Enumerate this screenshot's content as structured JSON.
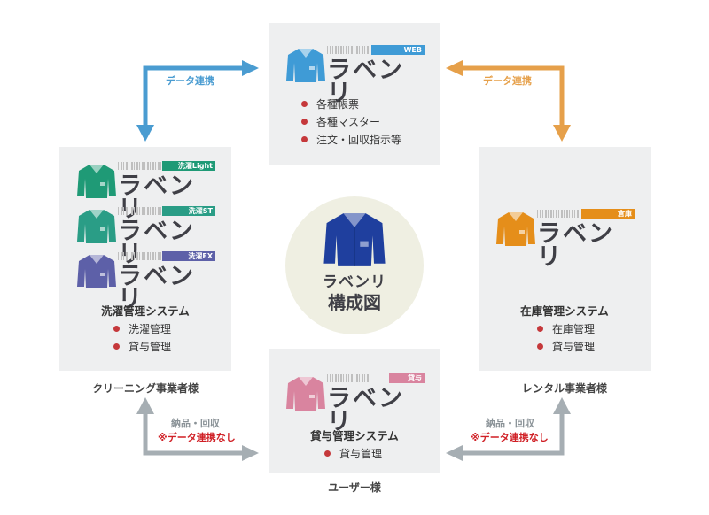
{
  "colors": {
    "blue": "#4a9cd1",
    "orange": "#e6a04a",
    "gray_arrow": "#a6aeb3",
    "bullet": "#c5383b"
  },
  "web": {
    "tag": "WEB",
    "brand": "ラベンリ",
    "items": [
      "各種帳票",
      "各種マスター",
      "注文・回収指示等"
    ]
  },
  "cleaning": {
    "logos": [
      {
        "tag": "洗濯Light",
        "brand": "ラベンリ"
      },
      {
        "tag": "洗濯ST",
        "brand": "ラベンリ"
      },
      {
        "tag": "洗濯EX",
        "brand": "ラベンリ"
      }
    ],
    "system": "洗濯管理システム",
    "items": [
      "洗濯管理",
      "貸与管理"
    ],
    "caption": "クリーニング事業者様"
  },
  "rental": {
    "tag": "倉庫",
    "brand": "ラベンリ",
    "system": "在庫管理システム",
    "items": [
      "在庫管理",
      "貸与管理"
    ],
    "caption": "レンタル事業者様"
  },
  "user": {
    "tag": "貸与",
    "brand": "ラベンリ",
    "system": "貸与管理システム",
    "items": [
      "貸与管理"
    ],
    "caption": "ユーザー様"
  },
  "center": {
    "brand": "ラベンリ",
    "title": "構成図"
  },
  "links": {
    "left_top": "データ連携",
    "right_top": "データ連携",
    "left_bottom": {
      "main": "納品・回収",
      "note": "※データ連携なし"
    },
    "right_bottom": {
      "main": "納品・回収",
      "note": "※データ連携なし"
    }
  }
}
